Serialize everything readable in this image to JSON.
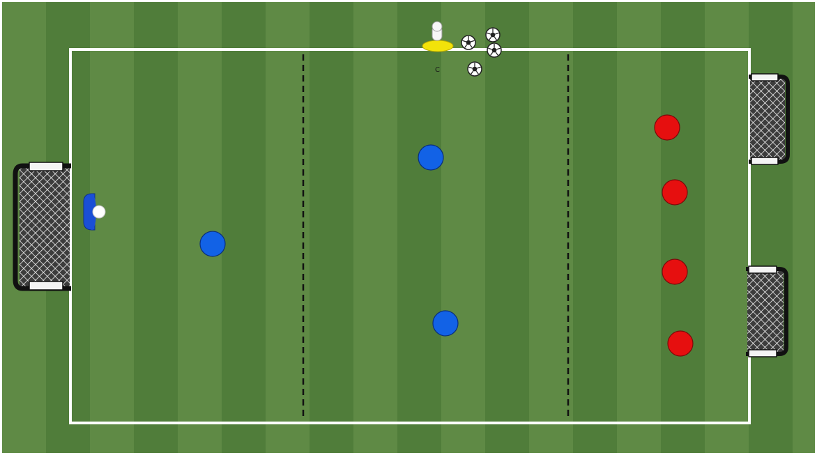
{
  "coach": {
    "label": "C"
  },
  "colors": {
    "grass_light": "#5f8a45",
    "grass_dark": "#4d7a38",
    "lines": "#ffffff",
    "blue_team": "#1262e6",
    "red_team": "#e60f0f",
    "coach_cone": "#f2e30a",
    "goalkeeper_bib": "#1a4fd6",
    "goal_frame": "#111111"
  },
  "players": {
    "blue": 3,
    "red": 4,
    "goalkeepers": 1,
    "coaches": 1,
    "balls": 4
  },
  "pitch": {
    "zones": 3,
    "large_goals": 1,
    "small_goals": 2
  }
}
